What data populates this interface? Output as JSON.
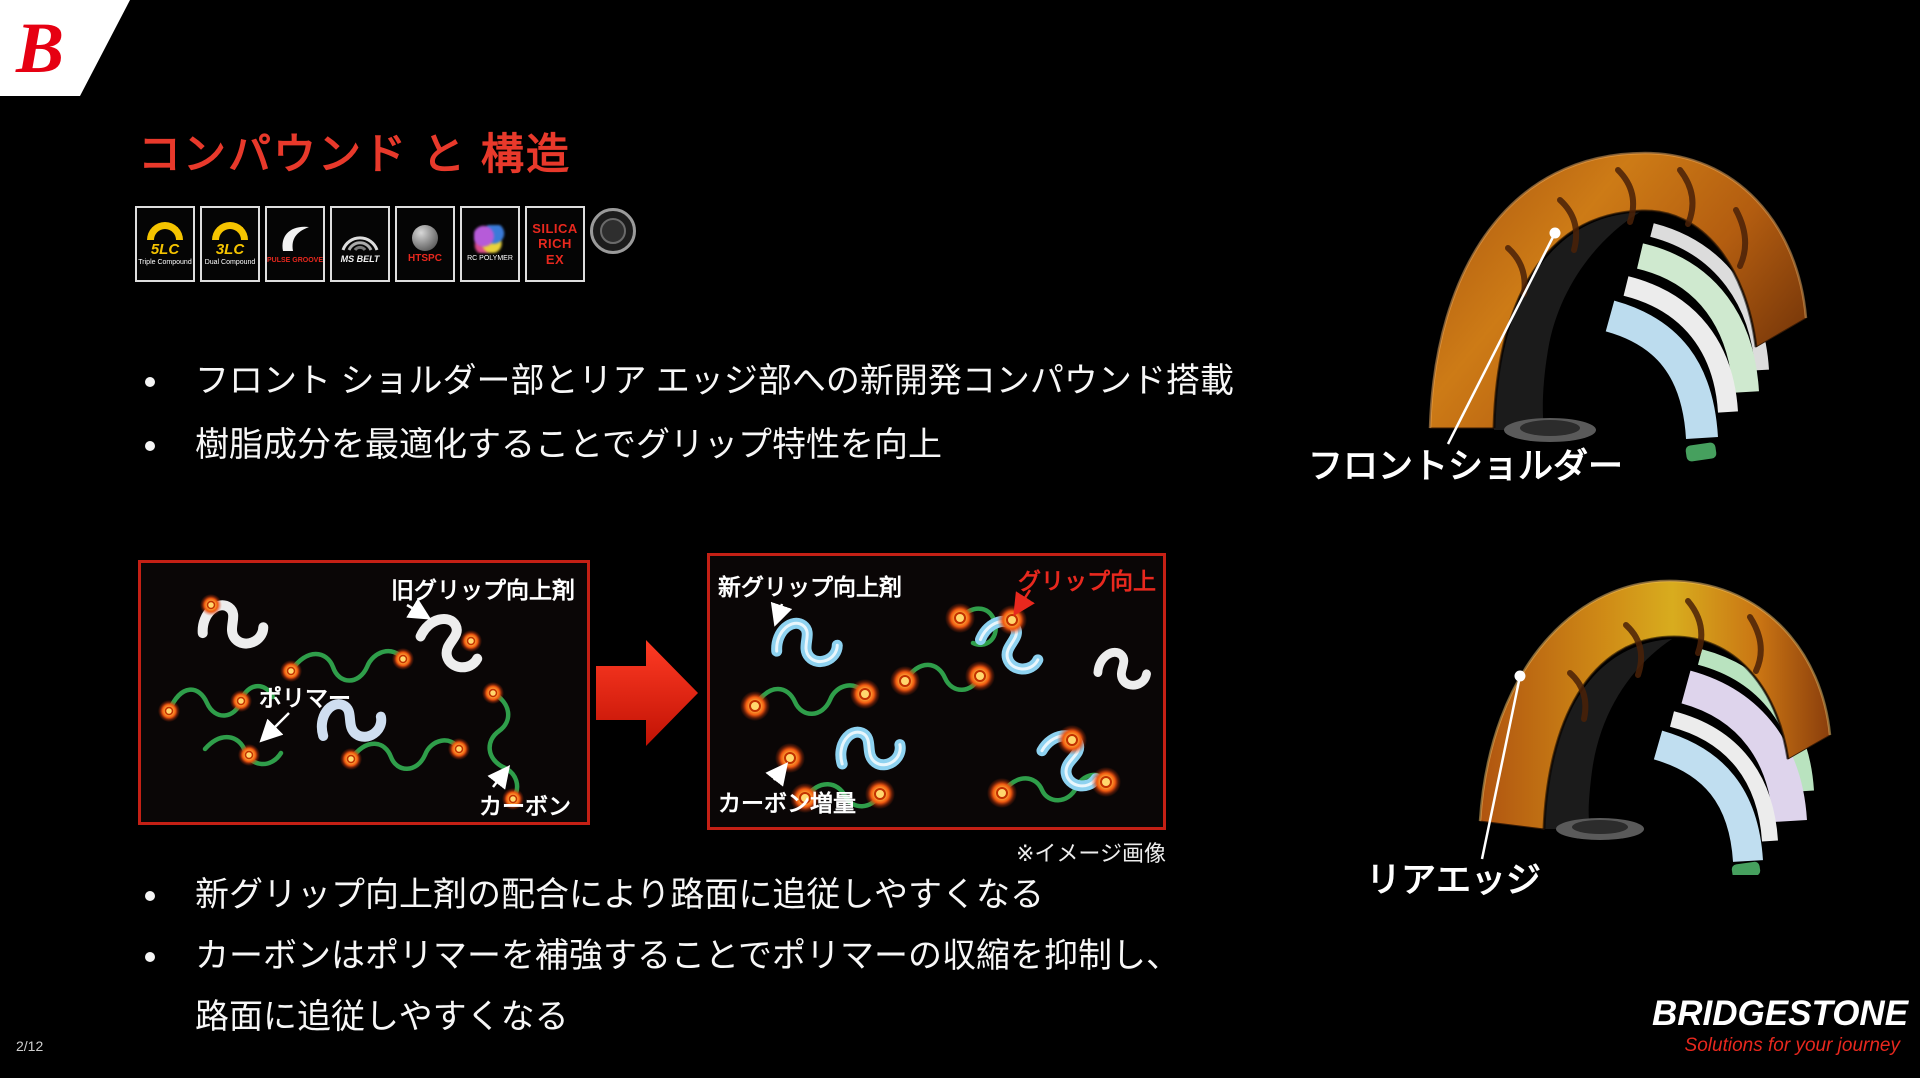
{
  "slide": {
    "page_number": "2/12",
    "brand_mark": "B",
    "title": "コンパウンド と 構造",
    "badges": [
      {
        "id": "5lc",
        "label": "5LC",
        "sub": "Triple Compound"
      },
      {
        "id": "3lc",
        "label": "3LC",
        "sub": "Dual Compound"
      },
      {
        "id": "pulse-groove",
        "sub": "PULSE GROOVE"
      },
      {
        "id": "ms-belt",
        "label": "MS BELT"
      },
      {
        "id": "htspc",
        "label": "HTSPC"
      },
      {
        "id": "rc-polymer",
        "sub": "RC POLYMER"
      },
      {
        "id": "silica-rich-ex",
        "lines": [
          "SILICA",
          "RICH",
          "EX"
        ]
      },
      {
        "id": "roundel"
      }
    ],
    "bullets_top": [
      "フロント ショルダー部とリア エッジ部への新開発コンパウンド搭載",
      "樹脂成分を最適化することでグリップ特性を向上"
    ],
    "diagram": {
      "before": {
        "grip_agent_label": "旧グリップ向上剤",
        "polymer_label": "ポリマー",
        "carbon_label": "カーボン"
      },
      "after": {
        "grip_agent_label": "新グリップ向上剤",
        "grip_up_label": "グリップ向上",
        "carbon_label": "カーボン増量"
      },
      "caption": "※イメージ画像"
    },
    "bullets_bottom": [
      {
        "line1": "新グリップ向上剤の配合により路面に追従しやすくなる"
      },
      {
        "line1": "カーボンはポリマーを補強することでポリマーの収縮を抑制し、",
        "line2": "路面に追従しやすくなる"
      }
    ],
    "tires": {
      "front_label": "フロントショルダー",
      "rear_label": "リアエッジ"
    },
    "footer": {
      "brand": "BRIDGESTONE",
      "tagline": "Solutions for your journey"
    },
    "colors": {
      "accent_red": "#e8281e",
      "badge_yellow": "#f5c400",
      "polymer_green": "#2f9e4a",
      "grip_blue": "#8ed2f0",
      "carbon_orange": "#ff9b2e"
    }
  }
}
